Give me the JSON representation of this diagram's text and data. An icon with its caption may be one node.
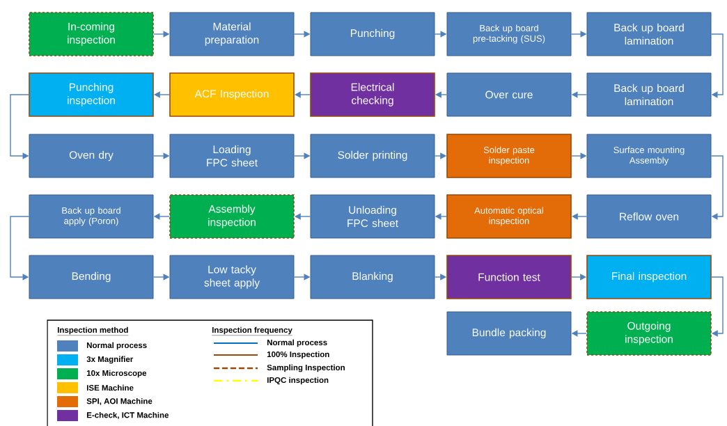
{
  "diagram": {
    "nodes": [
      {
        "text": [
          "In-coming inspection"
        ]
      },
      {
        "text": [
          "Material preparation"
        ]
      },
      {
        "text": [
          "Punching"
        ]
      },
      {
        "text": [
          "Back up board pre-tacking (SUS)"
        ]
      },
      {
        "text": [
          "Back up board lamination"
        ]
      },
      {
        "text": [
          "Punching inspection"
        ]
      },
      {
        "text": [
          "ACF Inspection"
        ]
      },
      {
        "text": [
          "Electrical checking"
        ]
      },
      {
        "text": [
          "Over cure"
        ]
      },
      {
        "text": [
          "Back up board lamination"
        ]
      },
      {
        "text": [
          "Oven dry"
        ]
      },
      {
        "text": [
          "Loading FPC sheet"
        ]
      },
      {
        "text": [
          "Solder printing"
        ]
      },
      {
        "text": [
          "Solder paste inspection"
        ]
      },
      {
        "text": [
          "Surface mounting Assembly"
        ]
      },
      {
        "text": [
          "Back up board apply (Poron)"
        ]
      },
      {
        "text": [
          "Assembly inspection"
        ]
      },
      {
        "text": [
          "Unloading FPC sheet"
        ]
      },
      {
        "text": [
          "Automatic optical inspection"
        ]
      },
      {
        "text": [
          "Reflow oven"
        ]
      },
      {
        "text": [
          "Bending"
        ]
      },
      {
        "text": [
          "Low tacky sheet apply"
        ]
      },
      {
        "text": [
          "Blanking"
        ]
      },
      {
        "text": [
          "Function test"
        ]
      },
      {
        "text": [
          "Final inspection"
        ]
      },
      {
        "text": [
          "Bundle packing"
        ]
      },
      {
        "text": [
          "Outgoing inspection"
        ]
      }
    ],
    "edges": [
      {
        "from": 0,
        "to": 1,
        "arrow": "to"
      },
      {
        "from": 1,
        "to": 2,
        "arrow": "to"
      },
      {
        "from": 2,
        "to": 3,
        "arrow": "to"
      },
      {
        "from": 3,
        "to": 4,
        "arrow": "to"
      },
      {
        "from": 4,
        "to": 9,
        "arrow": "to"
      },
      {
        "from": 9,
        "to": 8,
        "arrow": "to"
      },
      {
        "from": 8,
        "to": 7,
        "arrow": "to"
      },
      {
        "from": 7,
        "to": 6,
        "arrow": "to"
      },
      {
        "from": 6,
        "to": 5,
        "arrow": "to"
      },
      {
        "from": 5,
        "to": 10,
        "arrow": "to"
      },
      {
        "from": 10,
        "to": 11,
        "arrow": "to"
      },
      {
        "from": 11,
        "to": 12,
        "arrow": "to"
      },
      {
        "from": 12,
        "to": 13,
        "arrow": "to"
      },
      {
        "from": 13,
        "to": 14,
        "arrow": "to"
      },
      {
        "from": 14,
        "to": 19,
        "arrow": "to"
      },
      {
        "from": 19,
        "to": 18,
        "arrow": "to"
      },
      {
        "from": 18,
        "to": 17,
        "arrow": "to"
      },
      {
        "from": 17,
        "to": 16,
        "arrow": "to"
      },
      {
        "from": 16,
        "to": 15,
        "arrow": "to"
      },
      {
        "from": 15,
        "to": 20,
        "arrow": "to"
      },
      {
        "from": 20,
        "to": 21,
        "arrow": "to"
      },
      {
        "from": 21,
        "to": 22,
        "arrow": "to"
      },
      {
        "from": 22,
        "to": 23,
        "arrow": "to"
      },
      {
        "from": 23,
        "to": 24,
        "arrow": "to"
      },
      {
        "from": 24,
        "to": 26,
        "arrow": "to"
      },
      {
        "from": 26,
        "to": 25,
        "arrow": "to"
      }
    ],
    "labels": [
      "Inspection method",
      "Inspection frequency"
    ],
    "legend": [
      {
        "text": "Normal process",
        "color": "#4f81bd"
      },
      {
        "text": "3x Magnifier",
        "color": "#00b0f0"
      },
      {
        "text": "10x Microscope",
        "color": "#00b050"
      },
      {
        "text": "ISE Machine",
        "color": "#ffc000"
      },
      {
        "text": "SPI, AOI Machine",
        "color": "#e36c09"
      },
      {
        "text": "E-check, ICT Machine",
        "color": "#7030a0"
      },
      {
        "text": "Normal process"
      },
      {
        "text": "100% Inspection"
      },
      {
        "text": "Sampling Inspection"
      },
      {
        "text": "IPQC inspection"
      }
    ]
  }
}
